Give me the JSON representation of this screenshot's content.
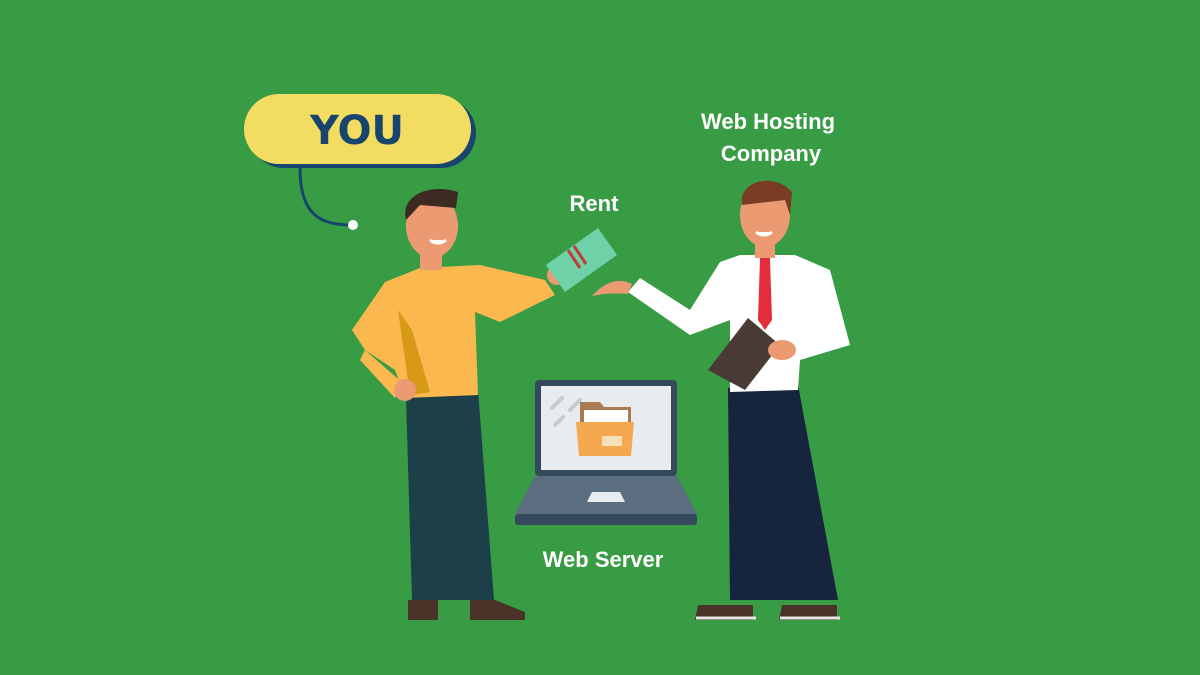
{
  "badge": {
    "label": "YOU"
  },
  "labels": {
    "rent": "Rent",
    "host_line1": "Web Hosting",
    "host_line2": "Company",
    "server": "Web Server"
  },
  "colors": {
    "background": "#379c43",
    "badge_fill": "#f2dc62",
    "badge_text": "#17456e",
    "sweater": "#fbb84f",
    "tie": "#e32d3a"
  }
}
